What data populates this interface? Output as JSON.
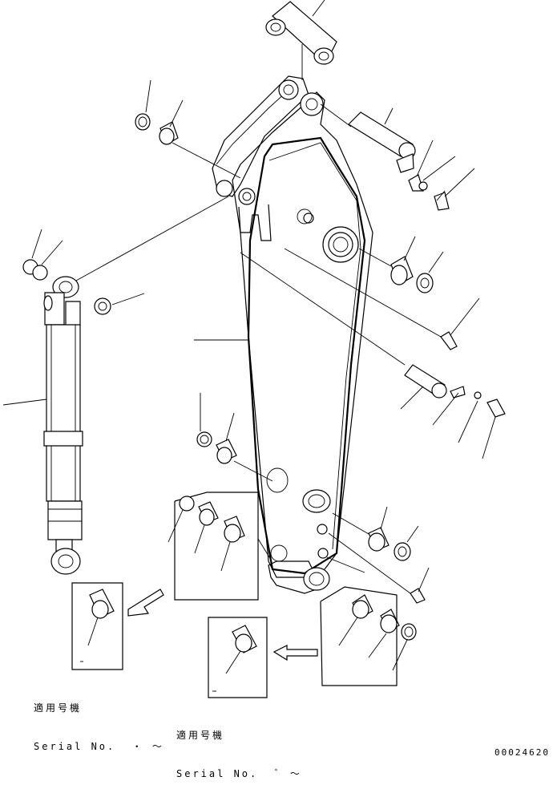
{
  "notes": [
    {
      "jp": "適用号機",
      "serial": "Serial No.  ・ ～"
    },
    {
      "jp": "適用号機",
      "serial": "Serial No.  ﾞ ～"
    }
  ],
  "drawing_code": "00024620"
}
